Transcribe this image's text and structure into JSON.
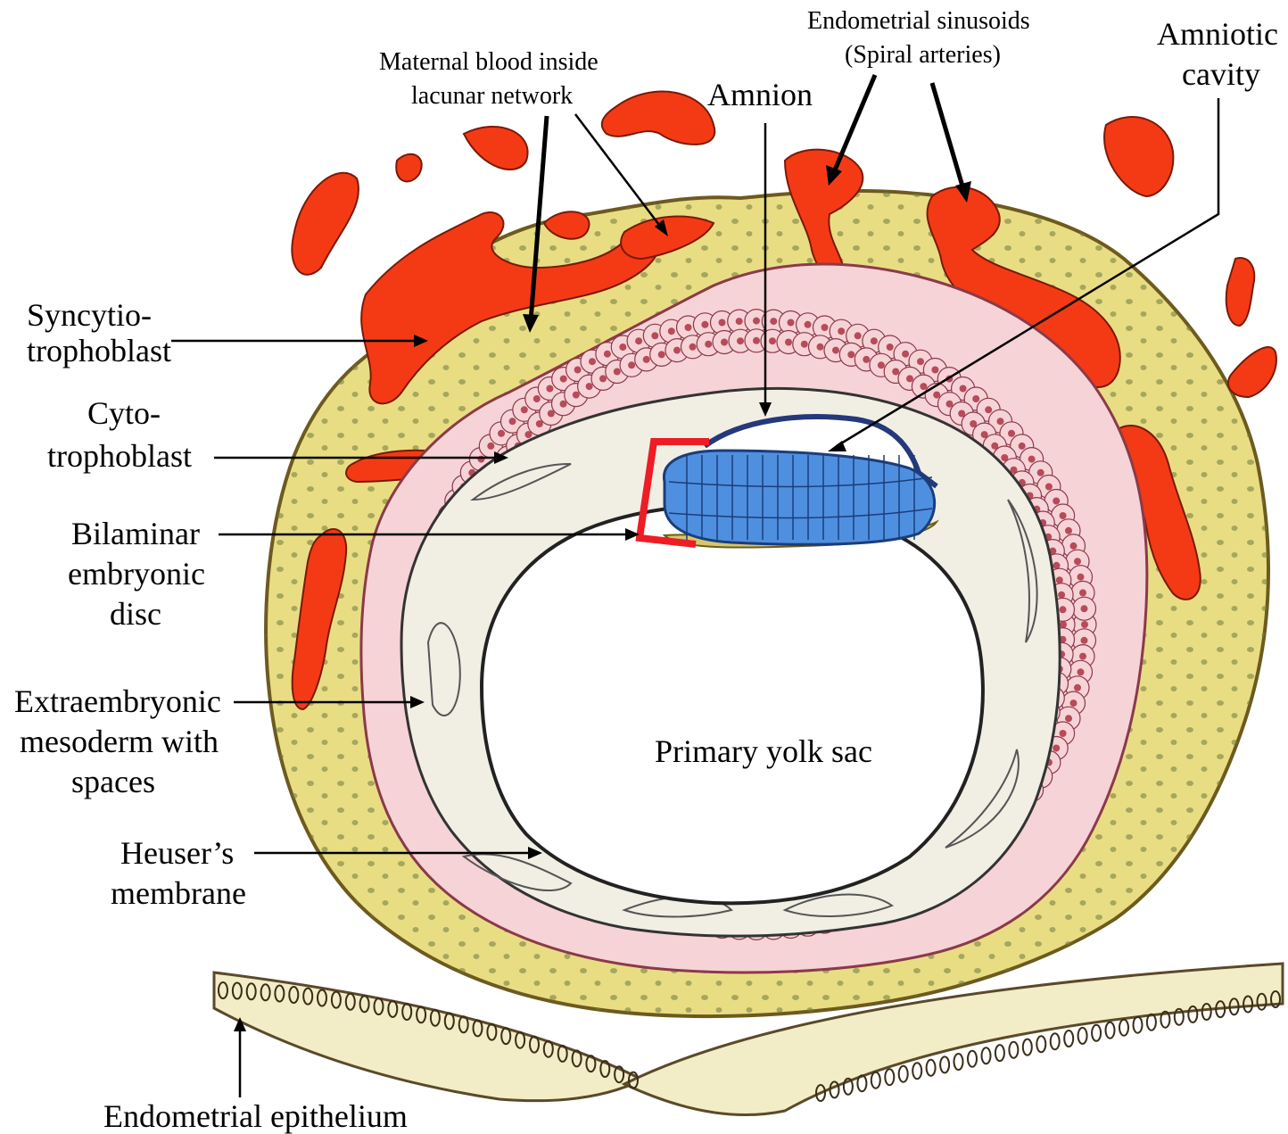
{
  "labels": {
    "syncytiotrophoblast_1": "Syncytio-",
    "syncytiotrophoblast_2": "trophoblast",
    "cytotrophoblast_1": "Cyto-",
    "cytotrophoblast_2": "trophoblast",
    "bilaminar_1": "Bilaminar",
    "bilaminar_2": "embryonic",
    "bilaminar_3": "disc",
    "extraembryonic_1": "Extraembryonic",
    "extraembryonic_2": "mesoderm with",
    "extraembryonic_3": "spaces",
    "heuser_1": "Heuser’s",
    "heuser_2": "membrane",
    "endometrial_epithelium": "Endometrial epithelium",
    "maternal_blood_1": "Maternal blood inside",
    "maternal_blood_2": "lacunar network",
    "amnion": "Amnion",
    "sinusoids_1": "Endometrial sinusoids",
    "sinusoids_2": "(Spiral arteries)",
    "amniotic_1": "Amniotic",
    "amniotic_2": "cavity",
    "primary_yolk_sac": "Primary yolk sac"
  },
  "colors": {
    "syncytiotrophoblast": "#e9dd84",
    "syncytio_outline": "#6d5a1e",
    "maternal_blood": "#f43a14",
    "cytotrophoblast": "#f6d3d6",
    "cyto_nucleus": "#b84a5a",
    "mesoderm": "#f1efe4",
    "epiblast": "#4f8fe0",
    "hypoblast": "#d4c86a",
    "amnion": "#25387a",
    "bracket": "#ee1c24",
    "epithelium": "#f3edc7"
  }
}
